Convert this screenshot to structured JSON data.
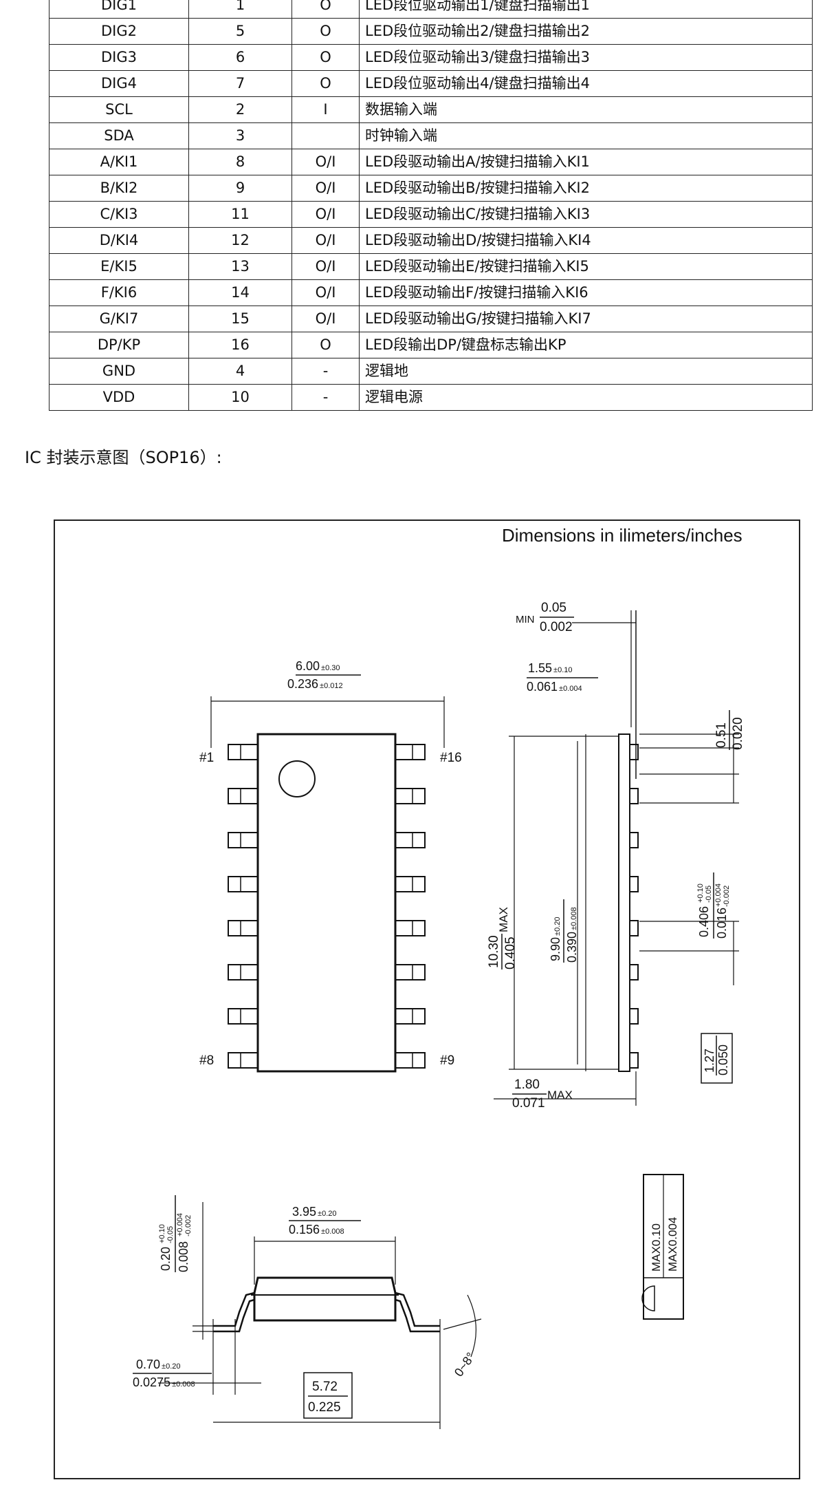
{
  "pin_table": {
    "rows": [
      {
        "name": "DIG1",
        "pin": "1",
        "io": "O",
        "desc": "LED段位驱动输出1/键盘扫描输出1"
      },
      {
        "name": "DIG2",
        "pin": "5",
        "io": "O",
        "desc": "LED段位驱动输出2/键盘扫描输出2"
      },
      {
        "name": "DIG3",
        "pin": "6",
        "io": "O",
        "desc": "LED段位驱动输出3/键盘扫描输出3"
      },
      {
        "name": "DIG4",
        "pin": "7",
        "io": "O",
        "desc": "LED段位驱动输出4/键盘扫描输出4"
      },
      {
        "name": "SCL",
        "pin": "2",
        "io": "I",
        "desc": "数据输入端"
      },
      {
        "name": "SDA",
        "pin": "3",
        "io": "",
        "desc": "时钟输入端"
      },
      {
        "name": "A/KI1",
        "pin": "8",
        "io": "O/I",
        "desc": "LED段驱动输出A/按键扫描输入KI1"
      },
      {
        "name": "B/KI2",
        "pin": "9",
        "io": "O/I",
        "desc": "LED段驱动输出B/按键扫描输入KI2"
      },
      {
        "name": "C/KI3",
        "pin": "11",
        "io": "O/I",
        "desc": "LED段驱动输出C/按键扫描输入KI3"
      },
      {
        "name": "D/KI4",
        "pin": "12",
        "io": "O/I",
        "desc": "LED段驱动输出D/按键扫描输入KI4"
      },
      {
        "name": "E/KI5",
        "pin": "13",
        "io": "O/I",
        "desc": "LED段驱动输出E/按键扫描输入KI5"
      },
      {
        "name": "F/KI6",
        "pin": "14",
        "io": "O/I",
        "desc": "LED段驱动输出F/按键扫描输入KI6"
      },
      {
        "name": "G/KI7",
        "pin": "15",
        "io": "O/I",
        "desc": "LED段驱动输出G/按键扫描输入KI7"
      },
      {
        "name": "DP/KP",
        "pin": "16",
        "io": "O",
        "desc": "LED段输出DP/键盘标志输出KP"
      },
      {
        "name": "GND",
        "pin": "4",
        "io": "-",
        "desc": "逻辑地"
      },
      {
        "name": "VDD",
        "pin": "10",
        "io": "-",
        "desc": "逻辑电源"
      }
    ]
  },
  "section_title": "IC 封装示意图（SOP16）:",
  "drawing": {
    "units_label": "Dimensions in   ilimeters/inches",
    "pin1_label": "#1",
    "pin16_label": "#16",
    "pin8_label": "#8",
    "pin9_label": "#9",
    "min_label": "MIN",
    "min_mm": "0.05",
    "min_in": "0.002",
    "width_mm": "6.00",
    "width_mm_tol": "±0.30",
    "width_in": "0.236",
    "width_in_tol": "±0.012",
    "standoff_mm": "1.55",
    "standoff_mm_tol": "±0.10",
    "standoff_in": "0.061",
    "standoff_in_tol": "±0.004",
    "lead_mm": "0.51",
    "lead_in": "0.020",
    "length_max_mm": "10.30",
    "length_max_in": "0.405",
    "max_label": "MAX",
    "body_len_mm": "9.90",
    "body_len_mm_tol": "±0.20",
    "body_len_in": "0.390",
    "body_len_in_tol": "±0.008",
    "lead_w_mm": "0.406",
    "lead_w_mm_tol_plus": "+0.10",
    "lead_w_mm_tol_minus": "-0.05",
    "lead_w_in": "0.016",
    "lead_w_in_tol_plus": "+0.004",
    "lead_w_in_tol_minus": "-0.002",
    "height_max_mm": "1.80",
    "height_max_in": "0.071",
    "pitch_mm": "1.27",
    "pitch_in": "0.050",
    "body_w_mm": "3.95",
    "body_w_mm_tol": "±0.20",
    "body_w_in": "0.156",
    "body_w_in_tol": "±0.008",
    "thick_mm": "0.20",
    "thick_mm_tol_plus": "+0.10",
    "thick_mm_tol_minus": "-0.05",
    "thick_in": "0.008",
    "thick_in_tol_plus": "+0.004",
    "thick_in_tol_minus": "-0.002",
    "foot_mm": "0.70",
    "foot_mm_tol": "±0.20",
    "foot_in": "0.0275",
    "foot_in_tol": "±0.008",
    "span_mm": "5.72",
    "span_in": "0.225",
    "angle": "0~8°",
    "coplanar_mm": "MAX0.10",
    "coplanar_in": "MAX0.004"
  }
}
